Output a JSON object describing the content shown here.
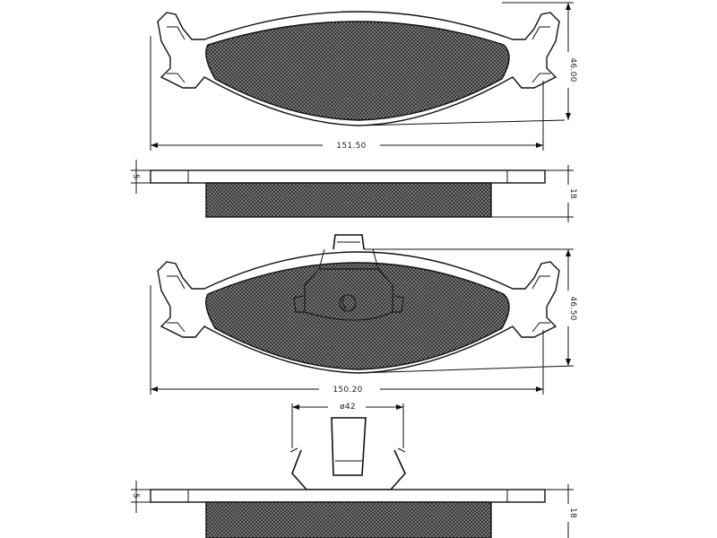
{
  "dimensions": {
    "top_pad_width": "151.50",
    "top_pad_height": "46.00",
    "top_side_plate_thickness": "5",
    "top_side_total_thickness": "18",
    "bottom_pad_width": "150.20",
    "bottom_pad_height": "46.50",
    "clip_diameter": "ø42",
    "bottom_side_plate_thickness": "5",
    "bottom_side_total_thickness": "18"
  }
}
